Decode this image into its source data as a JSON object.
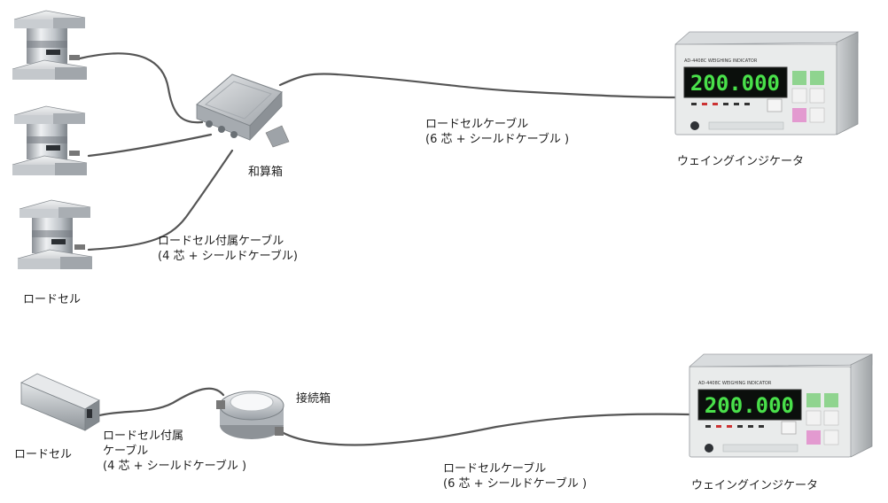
{
  "labels": {
    "loadcell_top": "ロードセル",
    "loadcell_bottom": "ロードセル",
    "summing_box": "和算箱",
    "junction_box": "接続箱",
    "attached_cable_top_line1": "ロードセル付属ケーブル",
    "attached_cable_top_line2": "(4 芯 + シールドケーブル)",
    "cable_top_line1": "ロードセルケーブル",
    "cable_top_line2": "(6 芯 + シールドケーブル )",
    "indicator_top": "ウェイングインジケータ",
    "attached_cable_bottom_line1": "ロードセル付属",
    "attached_cable_bottom_line2": "ケーブル",
    "attached_cable_bottom_line3": "(4 芯 + シールドケーブル )",
    "cable_bottom_line1": "ロードセルケーブル",
    "cable_bottom_line2": "(6 芯 + シールドケーブル )",
    "indicator_bottom": "ウェイングインジケータ"
  },
  "indicator": {
    "display_value": "200.000",
    "model_text": "AD-4408C WEIGHING INDICATOR",
    "display_color": "#49e04a",
    "panel_color": "#e9ebeb"
  },
  "colors": {
    "cable": "#555555",
    "metal": "#c7cbcf",
    "key_green": "#8fd48f",
    "key_pink": "#e39ad0"
  },
  "icons": {
    "loadcell": "compression-loadcell",
    "beam_loadcell": "beam-loadcell",
    "summing_box": "summing-box",
    "junction_box": "round-junction-box",
    "indicator": "weighing-indicator"
  }
}
